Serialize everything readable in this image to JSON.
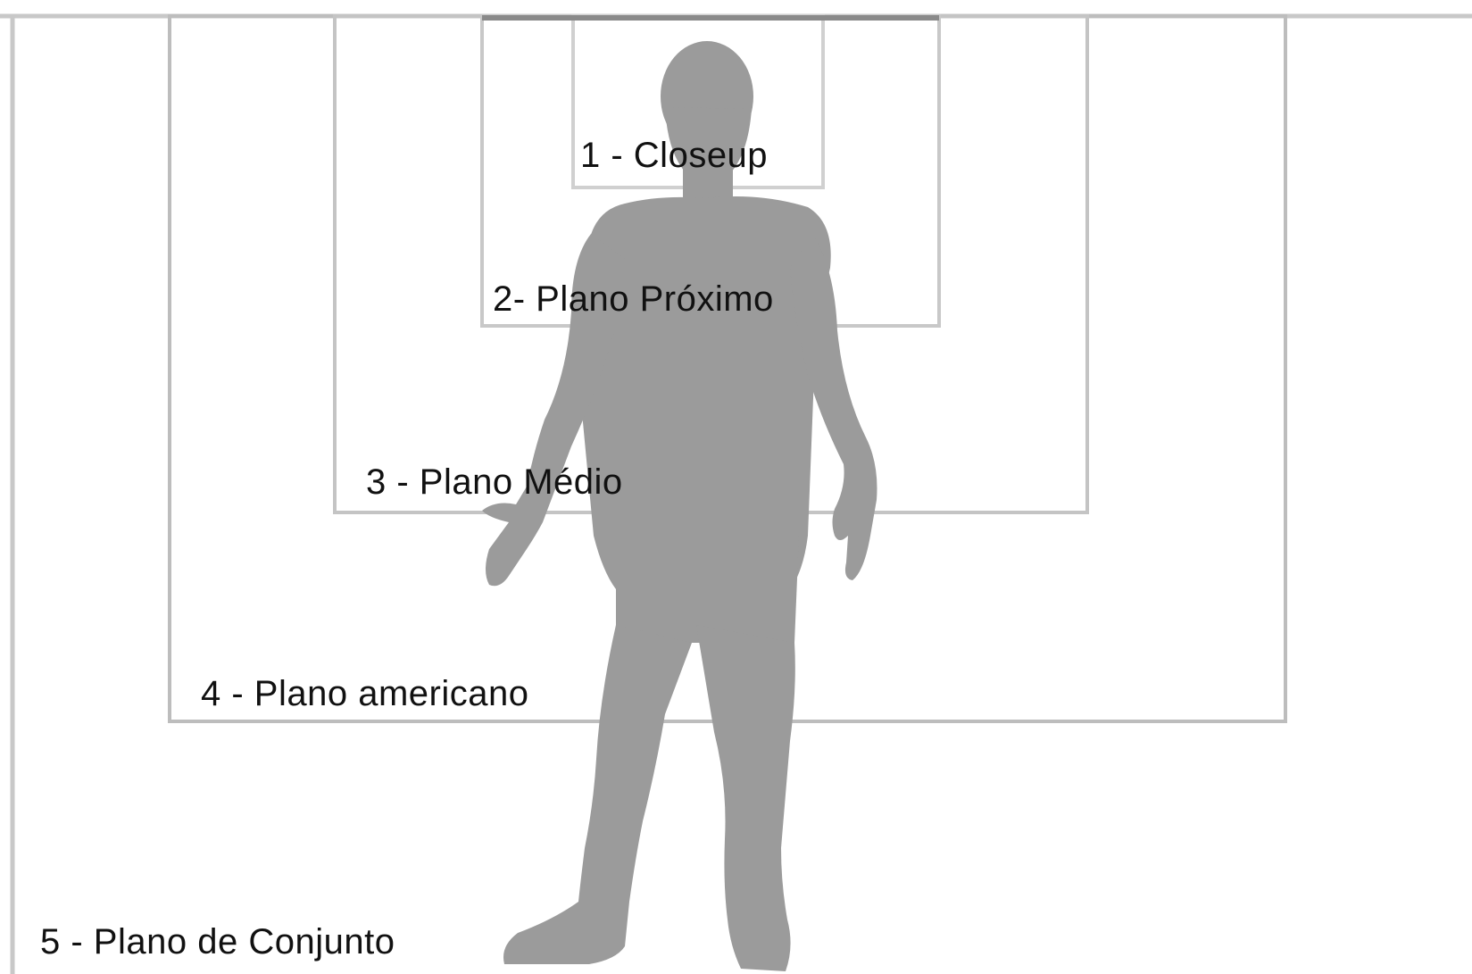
{
  "diagram": {
    "shots": [
      {
        "number": "1",
        "label": "1 - Closeup"
      },
      {
        "number": "2",
        "label": "2- Plano Próximo"
      },
      {
        "number": "3",
        "label": "3  - Plano Médio"
      },
      {
        "number": "4",
        "label": "4 - Plano americano"
      },
      {
        "number": "5",
        "label": "5 - Plano de Conjunto"
      }
    ],
    "colors": {
      "silhouette": "#9b9b9b",
      "frame_light": "#d0d0d0",
      "frame_medium": "#a8a8a8",
      "frame_dark": "#8a8a8a",
      "label_text": "#111111",
      "background": "#ffffff"
    },
    "icons": [
      "human-silhouette-icon"
    ]
  }
}
